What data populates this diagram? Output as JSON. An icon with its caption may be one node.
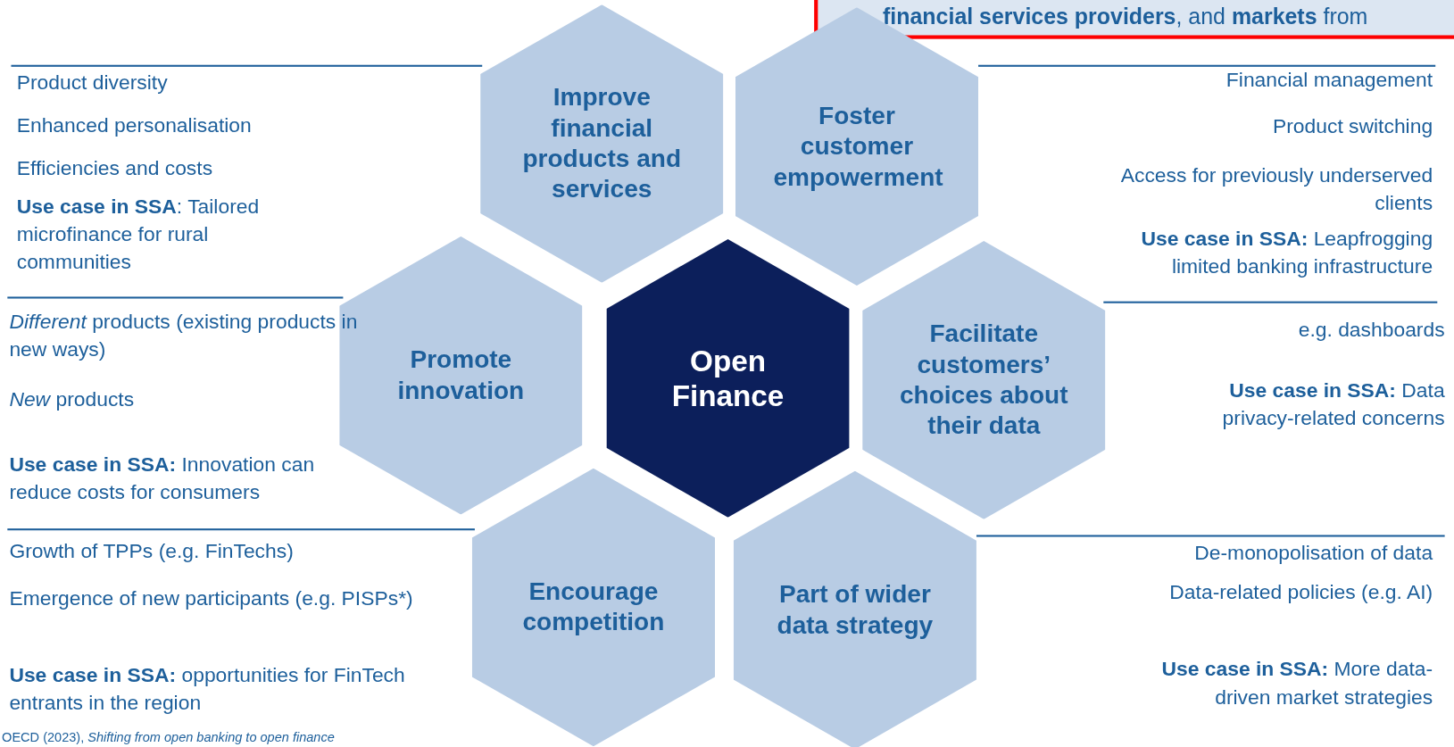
{
  "diagram": {
    "nodes": [
      {
        "text": [
          "**financial services providers**, and **markets** from"
        ]
      },
      {
        "text": [
          "Improve financial products and services"
        ],
        "beside": [
          "Product diversity",
          "Enhanced personalisation",
          "Efficiencies and costs",
          "**Use case in SSA**: Tailored microfinance for rural communities"
        ]
      },
      {
        "text": [
          "Foster customer empowerment"
        ],
        "beside": [
          "Financial management",
          "Product switching",
          "Access for previously underserved clients",
          "**Use case in SSA:** Leapfrogging limited banking infrastructure"
        ]
      },
      {
        "text": [
          "Promote innovation"
        ],
        "beside": [
          "*Different* products (existing products in new ways)",
          "*New* products",
          "**Use case in SSA:** Innovation can reduce costs for consumers"
        ]
      },
      {
        "text": [
          "Open Finance"
        ]
      },
      {
        "text": [
          "Facilitate customers’ choices about their data"
        ],
        "beside": [
          "e.g. dashboards",
          "**Use case in SSA:** Data privacy-related concerns"
        ]
      },
      {
        "text": [
          "Encourage competition"
        ],
        "beside": [
          "Growth of TPPs (e.g. FinTechs)",
          "Emergence of new participants (e.g. PISPs*)",
          "**Use case in SSA:** opportunities for FinTech entrants in the region"
        ]
      },
      {
        "text": [
          "Part of wider data strategy"
        ],
        "beside": [
          "De-monopolisation of data",
          "Data-related policies (e.g. AI)",
          "**Use case in SSA:** More data-driven market strategies"
        ]
      }
    ],
    "labels": [
      "OECD (2023), *Shifting from open banking to open finance*"
    ]
  }
}
